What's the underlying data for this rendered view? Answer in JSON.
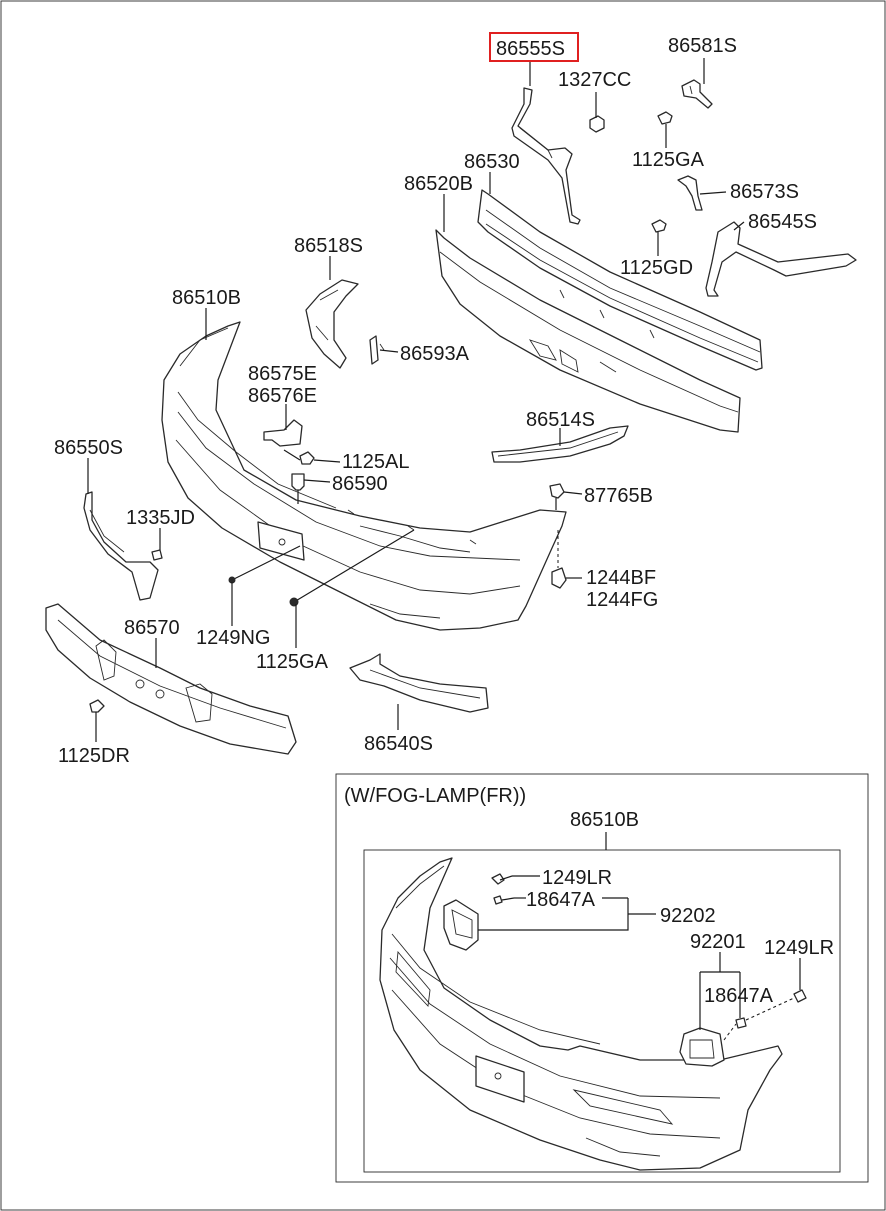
{
  "diagram": {
    "highlighted_part": "86555S",
    "highlight_color": "#e02020",
    "labels": {
      "p86555S": "86555S",
      "p86581S": "86581S",
      "p1327CC": "1327CC",
      "p1125GA_top": "1125GA",
      "p86530": "86530",
      "p86520B": "86520B",
      "p86573S": "86573S",
      "p86545S": "86545S",
      "p1125GD": "1125GD",
      "p86518S": "86518S",
      "p86510B": "86510B",
      "p86593A": "86593A",
      "p86575E": "86575E",
      "p86576E": "86576E",
      "p86514S": "86514S",
      "p86550S": "86550S",
      "p1125AL": "1125AL",
      "p86590": "86590",
      "p87765B": "87765B",
      "p1335JD": "1335JD",
      "p1244BF": "1244BF",
      "p1244FG": "1244FG",
      "p86570": "86570",
      "p1249NG": "1249NG",
      "p1125GA_bottom": "1125GA",
      "p86540S": "86540S",
      "p1125DR": "1125DR"
    },
    "inset": {
      "title": "(W/FOG-LAMP(FR))",
      "labels": {
        "p86510B": "86510B",
        "p1249LR_a": "1249LR",
        "p18647A_a": "18647A",
        "p92202": "92202",
        "p92201": "92201",
        "p1249LR_b": "1249LR",
        "p18647A_b": "18647A"
      }
    }
  }
}
